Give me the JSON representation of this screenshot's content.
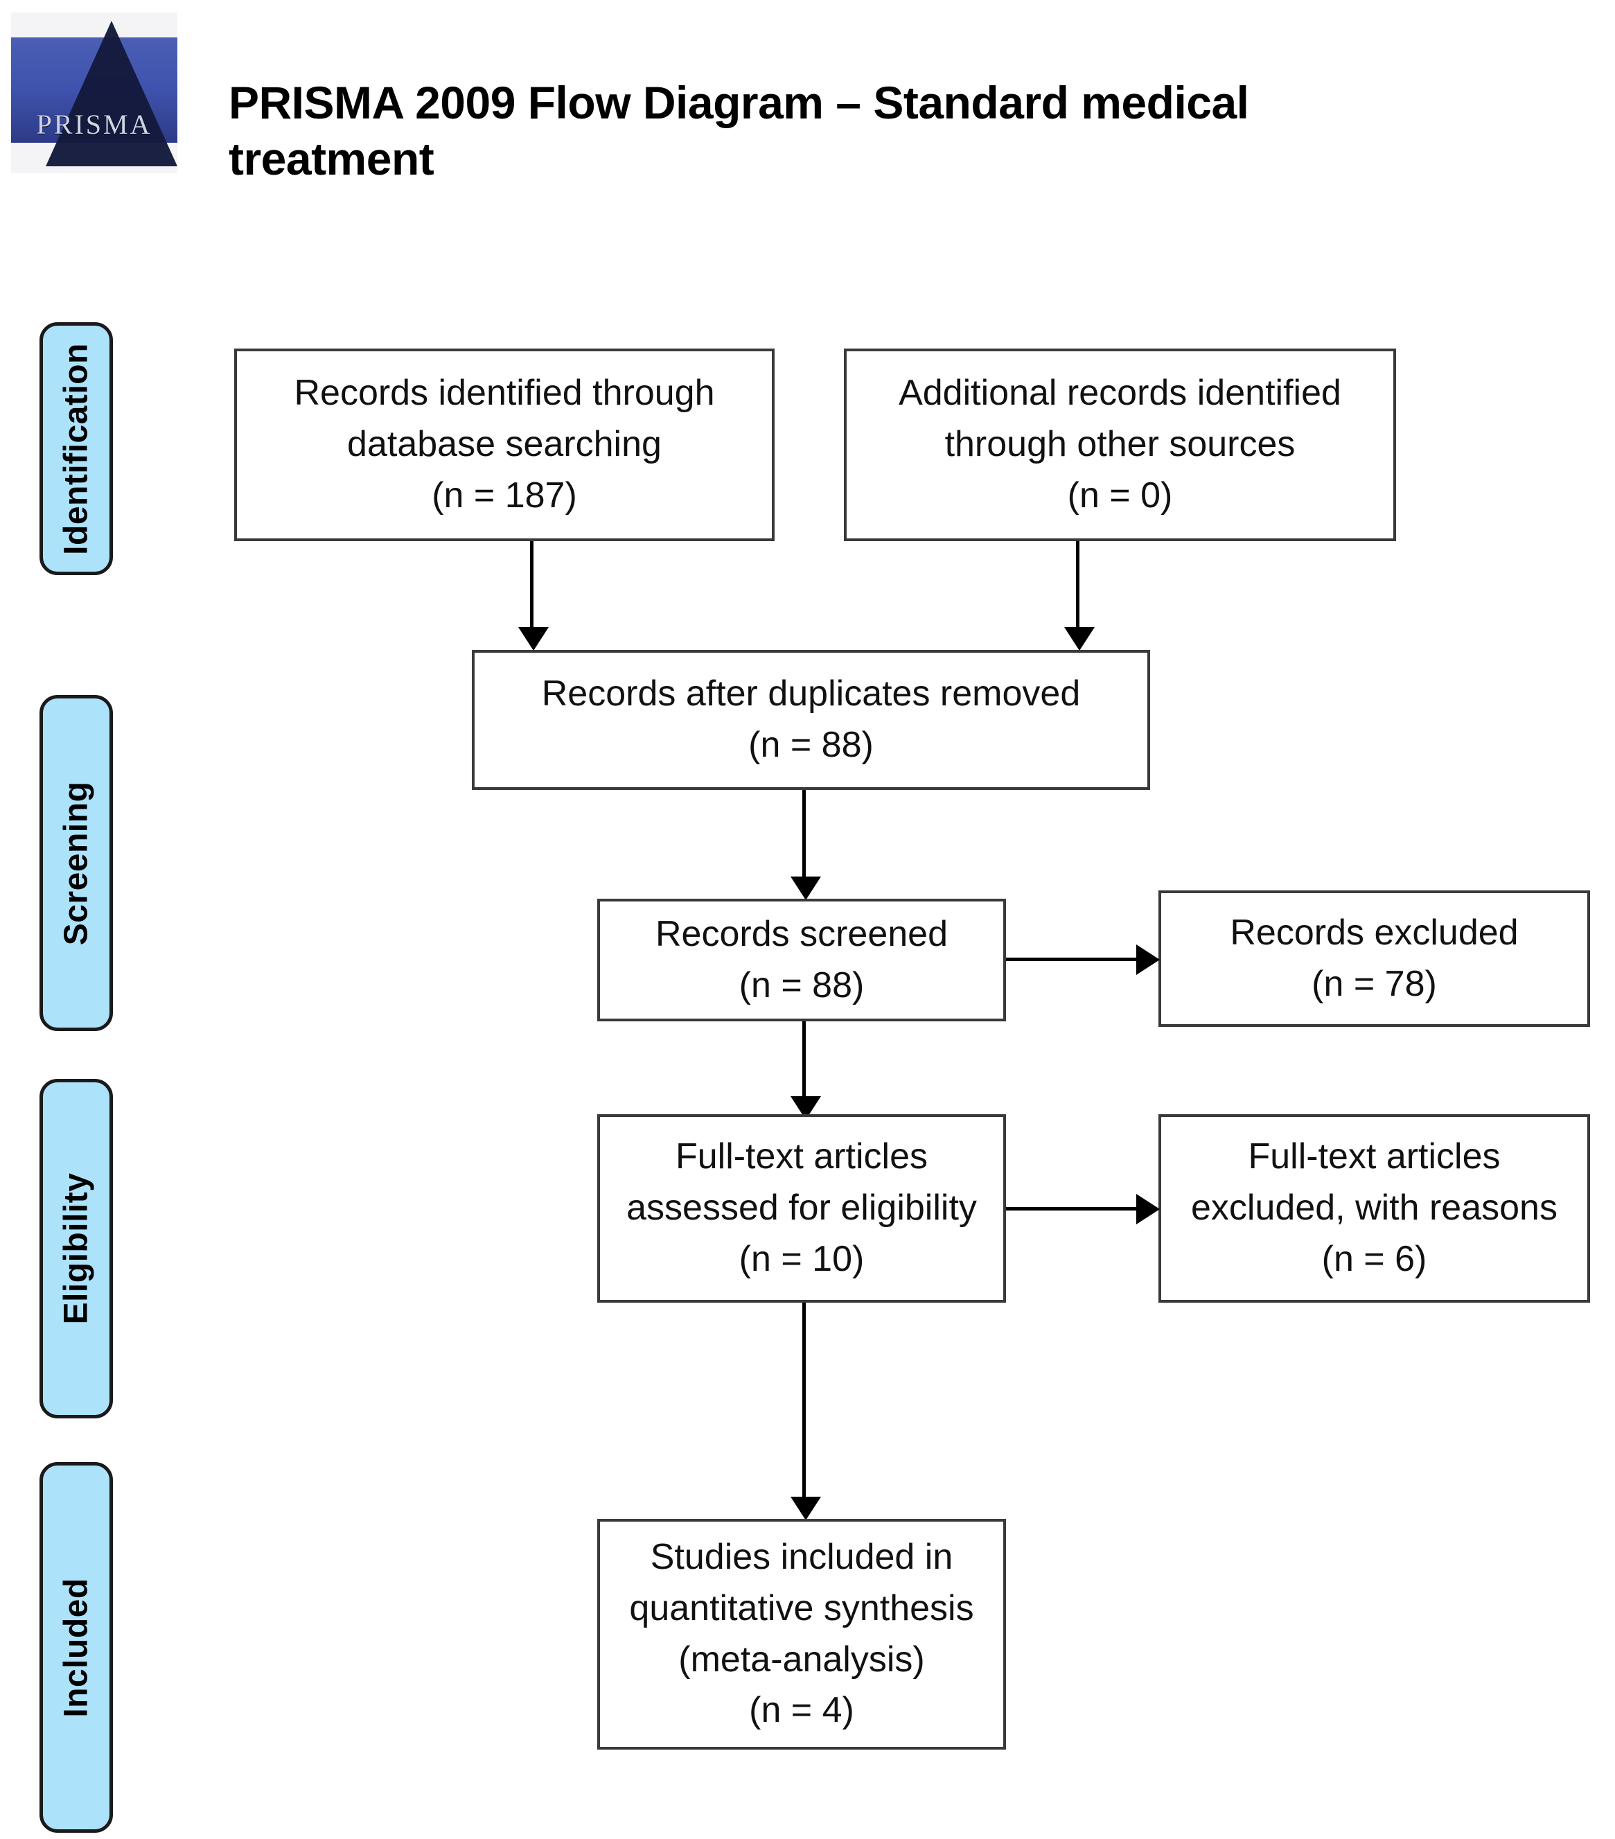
{
  "header": {
    "title": "PRISMA 2009 Flow Diagram – Standard medical treatment",
    "logo_text": "PRISMA",
    "logo_alt": "prisma-logo"
  },
  "stages": [
    {
      "id": "identification",
      "label": "Identification"
    },
    {
      "id": "screening",
      "label": "Screening"
    },
    {
      "id": "eligibility",
      "label": "Eligibility"
    },
    {
      "id": "included",
      "label": "Included"
    }
  ],
  "boxes": {
    "records_identified": {
      "line1": "Records identified through",
      "line2": "database searching",
      "line3": "(n = 187)",
      "count": 187
    },
    "additional_records": {
      "line1": "Additional records identified",
      "line2": "through other sources",
      "line3": "(n = 0)",
      "count": 0
    },
    "duplicates_removed": {
      "line1": "Records after duplicates removed",
      "line2": "(n = 88)",
      "count": 88
    },
    "records_screened": {
      "line1": "Records screened",
      "line2": "(n = 88)",
      "count": 88
    },
    "records_excluded": {
      "line1": "Records excluded",
      "line2": "(n = 78)",
      "count": 78
    },
    "fulltext_assessed": {
      "line1": "Full-text articles",
      "line2": "assessed for eligibility",
      "line3": "(n = 10)",
      "count": 10
    },
    "fulltext_excluded": {
      "line1": "Full-text articles",
      "line2": "excluded, with reasons",
      "line3": "(n = 6)",
      "count": 6
    },
    "studies_included": {
      "line1": "Studies included in",
      "line2": "quantitative synthesis",
      "line3": "(meta-analysis)",
      "line4": "(n = 4)",
      "count": 4
    }
  },
  "colors": {
    "stage_fill": "#ADE2FB",
    "stage_border": "#1a1a1a",
    "box_border": "#3a3a3a",
    "text": "#111111",
    "background": "#ffffff"
  }
}
